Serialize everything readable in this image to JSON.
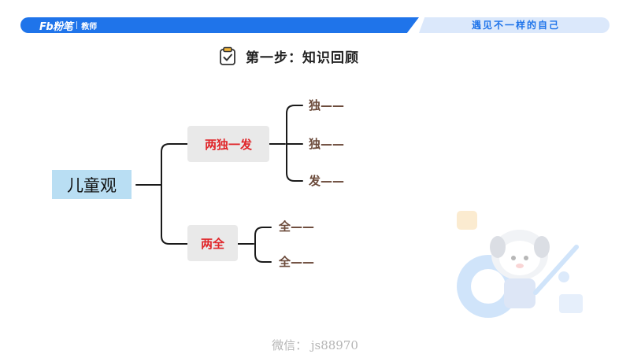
{
  "header": {
    "logo_text": "Fb粉笔",
    "logo_role": "教师",
    "slogan": "遇见不一样的自己"
  },
  "title": "第一步：知识回顾",
  "mindmap": {
    "root": "儿童观",
    "branches": [
      {
        "label": "两独一发",
        "leaves": [
          "独——",
          "独——",
          "发——"
        ]
      },
      {
        "label": "两全",
        "leaves": [
          "全——",
          "全——"
        ]
      }
    ]
  },
  "watermark": "微信：   js88970",
  "colors": {
    "brand_blue": "#1f74ea",
    "node_text_red": "#e0262a",
    "root_fill": "#b9def3",
    "node_fill": "#e9e9e9"
  }
}
